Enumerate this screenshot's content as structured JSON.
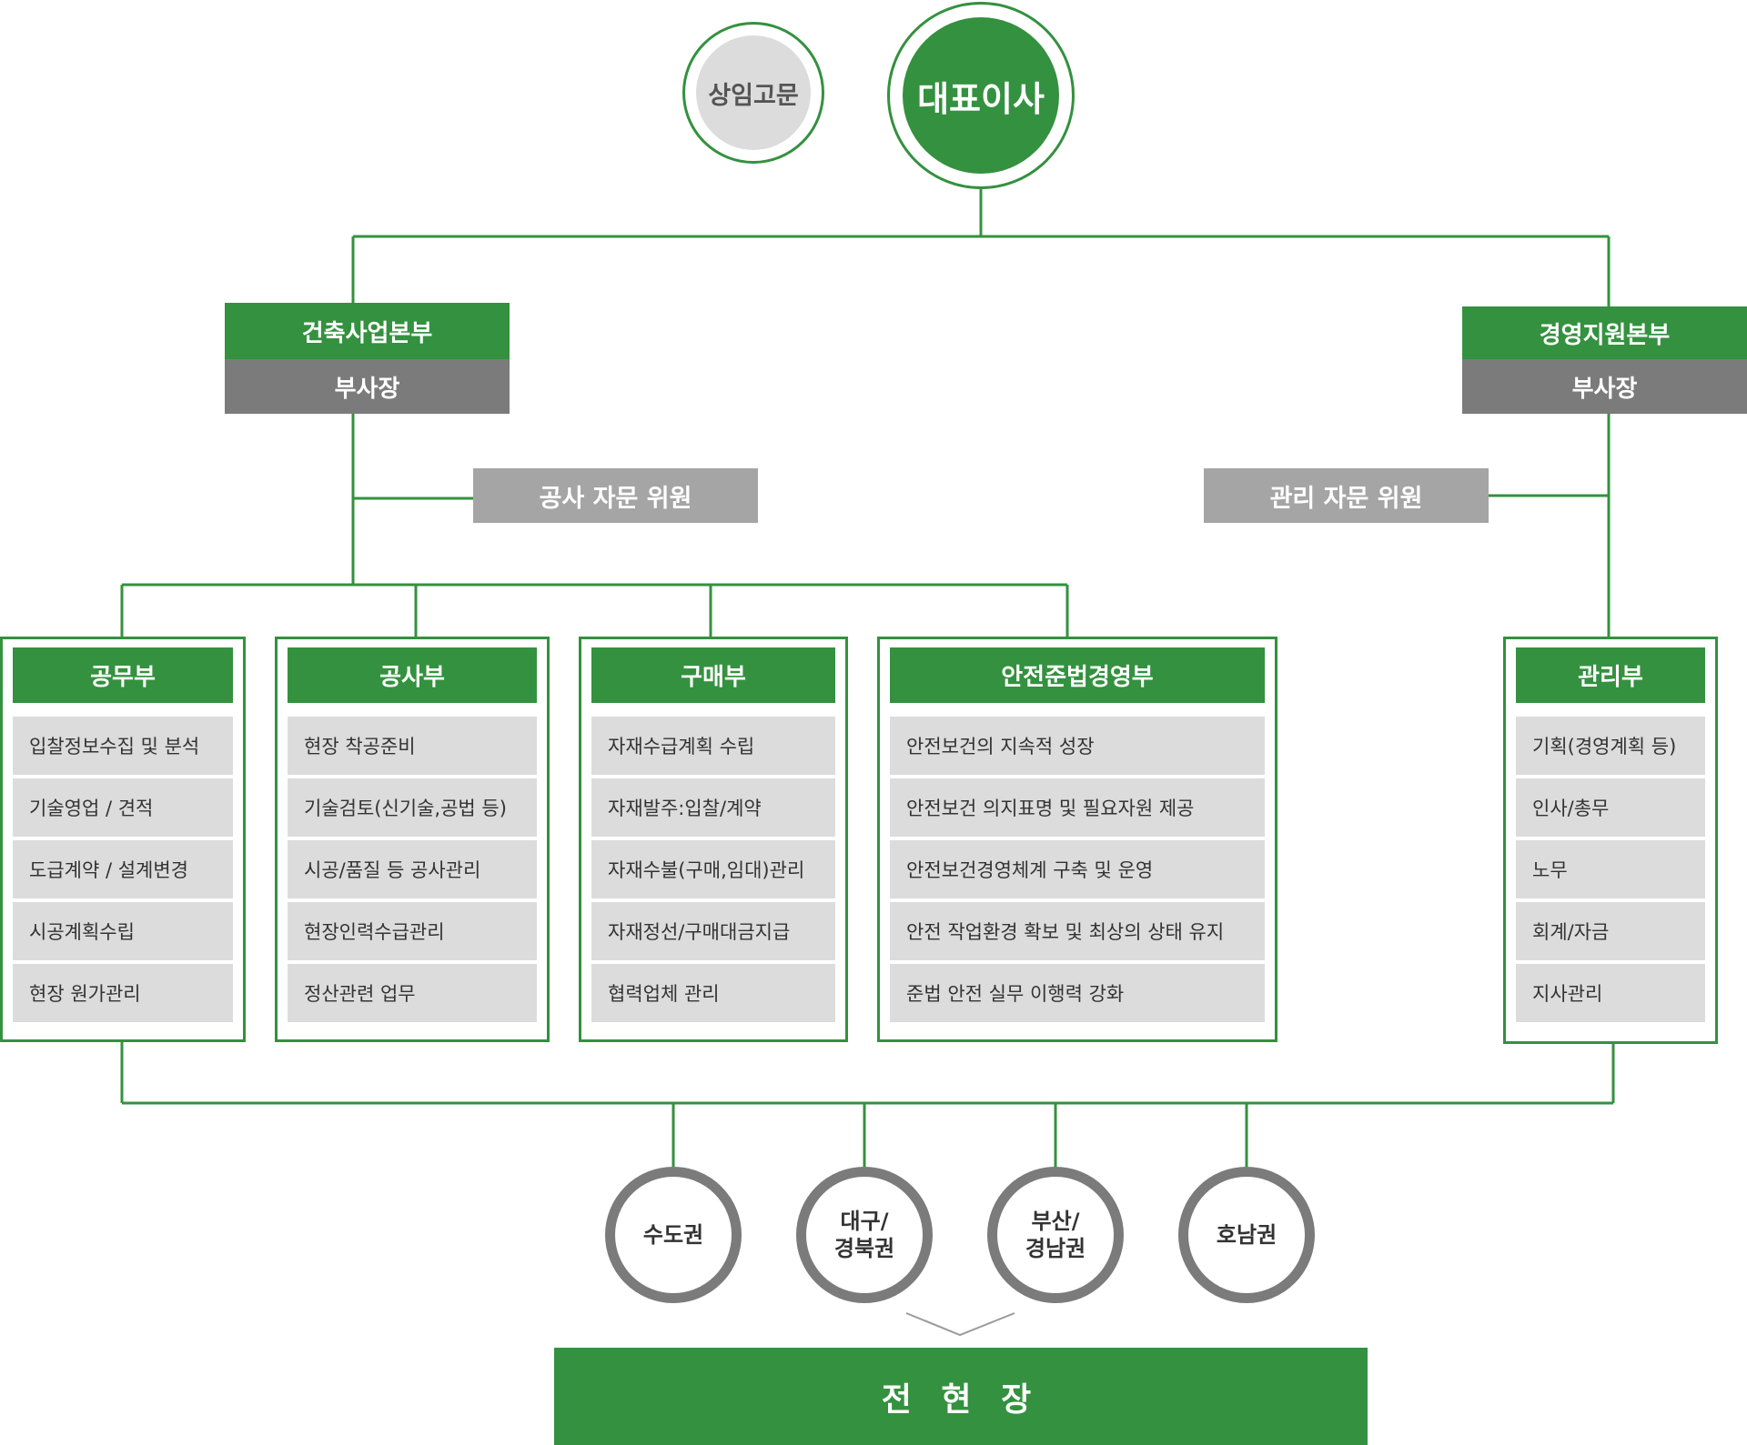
{
  "colors": {
    "green": "#34913f",
    "dark_gray": "#7b7b7b",
    "light_gray": "#dcdcdc",
    "mid_gray": "#a5a5a5"
  },
  "top": {
    "advisor": "상임고문",
    "ceo": "대표이사"
  },
  "headquarters": [
    {
      "title": "건축사업본부",
      "sub": "부사장"
    },
    {
      "title": "경영지원본부",
      "sub": "부사장"
    }
  ],
  "advisory": [
    "공사 자문 위원",
    "관리 자문 위원"
  ],
  "departments": [
    {
      "title": "공무부",
      "items": [
        "입찰정보수집 및 분석",
        "기술영업 / 견적",
        "도급계약 / 설계변경",
        "시공계획수립",
        "현장 원가관리"
      ]
    },
    {
      "title": "공사부",
      "items": [
        "현장 착공준비",
        "기술검토(신기술,공법 등)",
        "시공/품질 등 공사관리",
        "현장인력수급관리",
        "정산관련 업무"
      ]
    },
    {
      "title": "구매부",
      "items": [
        "자재수급계획 수립",
        "자재발주:입찰/계약",
        "자재수불(구매,임대)관리",
        "자재정선/구매대금지급",
        "협력업체 관리"
      ]
    },
    {
      "title": "안전준법경영부",
      "items": [
        "안전보건의 지속적 성장",
        "안전보건 의지표명 및 필요자원 제공",
        "안전보건경영체계 구축 및 운영",
        "안전 작업환경 확보 및 최상의 상태 유지",
        "준법 안전 실무 이행력 강화"
      ]
    },
    {
      "title": "관리부",
      "items": [
        "기획(경영계획 등)",
        "인사/총무",
        "노무",
        "회계/자금",
        "지사관리"
      ]
    }
  ],
  "regions": [
    {
      "line1": "수도권",
      "line2": ""
    },
    {
      "line1": "대구/",
      "line2": "경북권"
    },
    {
      "line1": "부산/",
      "line2": "경남권"
    },
    {
      "line1": "호남권",
      "line2": ""
    }
  ],
  "bottom": {
    "label": "전 현 장"
  }
}
